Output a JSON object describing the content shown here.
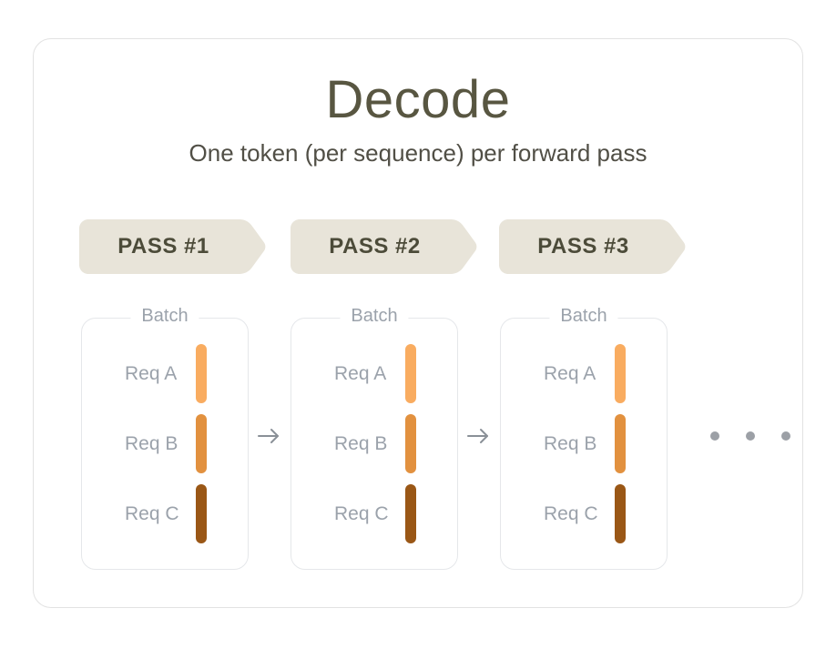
{
  "header": {
    "title": "Decode",
    "subtitle": "One token (per sequence) per forward pass"
  },
  "passes": [
    {
      "label": "PASS #1"
    },
    {
      "label": "PASS #2"
    },
    {
      "label": "PASS #3"
    }
  ],
  "batches": [
    {
      "label": "Batch",
      "requests": [
        {
          "name": "Req A",
          "bar_color": "#F9AC60"
        },
        {
          "name": "Req B",
          "bar_color": "#E2913F"
        },
        {
          "name": "Req C",
          "bar_color": "#9A5716"
        }
      ]
    },
    {
      "label": "Batch",
      "requests": [
        {
          "name": "Req A",
          "bar_color": "#F9AC60"
        },
        {
          "name": "Req B",
          "bar_color": "#E2913F"
        },
        {
          "name": "Req C",
          "bar_color": "#9A5716"
        }
      ]
    },
    {
      "label": "Batch",
      "requests": [
        {
          "name": "Req A",
          "bar_color": "#F9AC60"
        },
        {
          "name": "Req B",
          "bar_color": "#E2913F"
        },
        {
          "name": "Req C",
          "bar_color": "#9A5716"
        }
      ]
    }
  ],
  "flow": {
    "arrow_icon": "right-arrow",
    "ellipsis_icon": "three-dots"
  },
  "colors": {
    "page-bg": "#FFFFFF",
    "card-bg": "#FFFFFF",
    "card-border": "#E2E2E2",
    "title-color": "#585641",
    "subtitle-color": "#514F46",
    "banner-bg": "#E8E4D9",
    "banner-text": "#4C4B39",
    "muted": "#9BA2AB",
    "box-border": "#E5E7EA",
    "arrow": "#8A9097",
    "dots": "#9CA0A6"
  }
}
